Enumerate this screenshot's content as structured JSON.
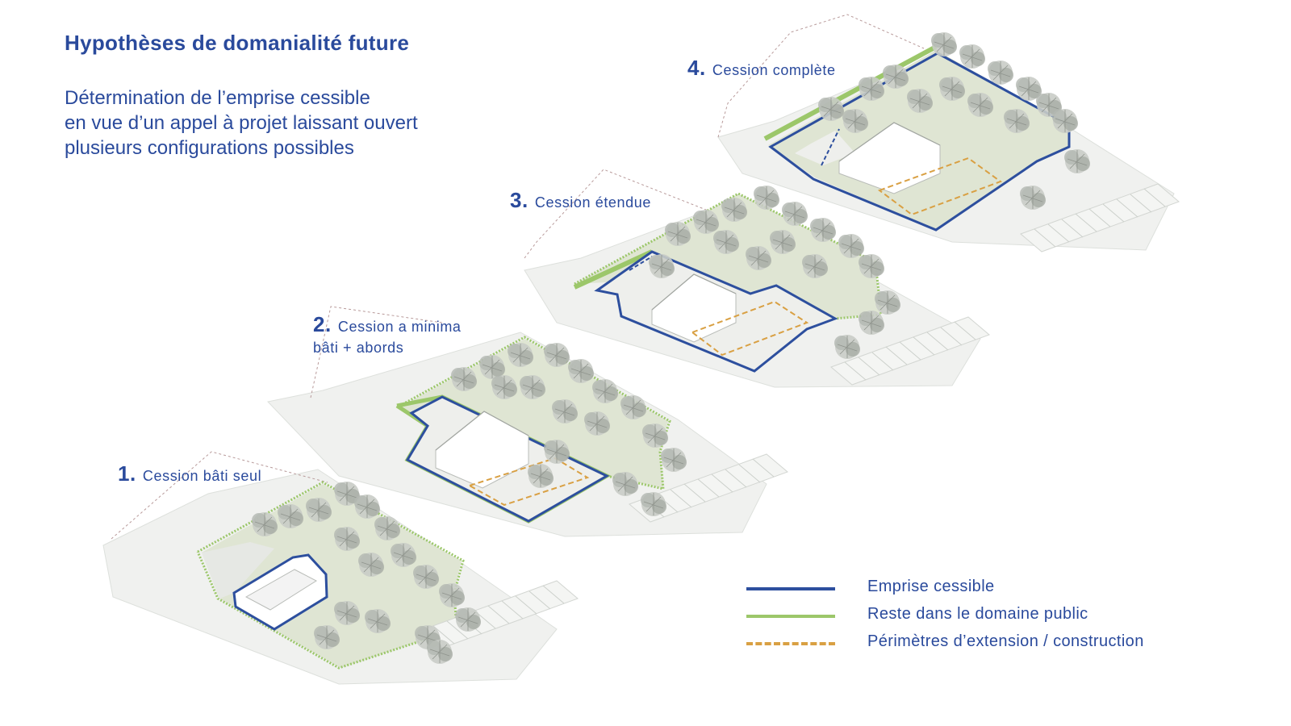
{
  "header": {
    "title": "Hypothèses de domanialité future",
    "subtitle_lines": [
      "Détermination de l’emprise cessible",
      "en vue d’un appel à projet laissant ouvert",
      "plusieurs configurations possibles"
    ]
  },
  "scenarios": [
    {
      "number": "1.",
      "label": "Cession bâti seul",
      "sublabel": ""
    },
    {
      "number": "2.",
      "label": "Cession a minima",
      "sublabel": "bâti + abords"
    },
    {
      "number": "3.",
      "label": "Cession étendue",
      "sublabel": ""
    },
    {
      "number": "4.",
      "label": "Cession complète",
      "sublabel": ""
    }
  ],
  "legend": {
    "items": [
      {
        "label": "Emprise cessible",
        "style": "solid",
        "color": "#2d4f9e"
      },
      {
        "label": "Reste dans le domaine public",
        "style": "solid",
        "color": "#9cc76a"
      },
      {
        "label": "Périmètres d’extension / construction",
        "style": "dashed",
        "color": "#d9a043"
      }
    ]
  },
  "colors": {
    "text": "#2a4a9c",
    "emprise_cessible": "#2d4f9e",
    "domaine_public": "#9cc76a",
    "extension": "#d9a043",
    "lawn": "#dfe5d3",
    "paving": "#eceeec",
    "trees": "#9ea39c"
  }
}
